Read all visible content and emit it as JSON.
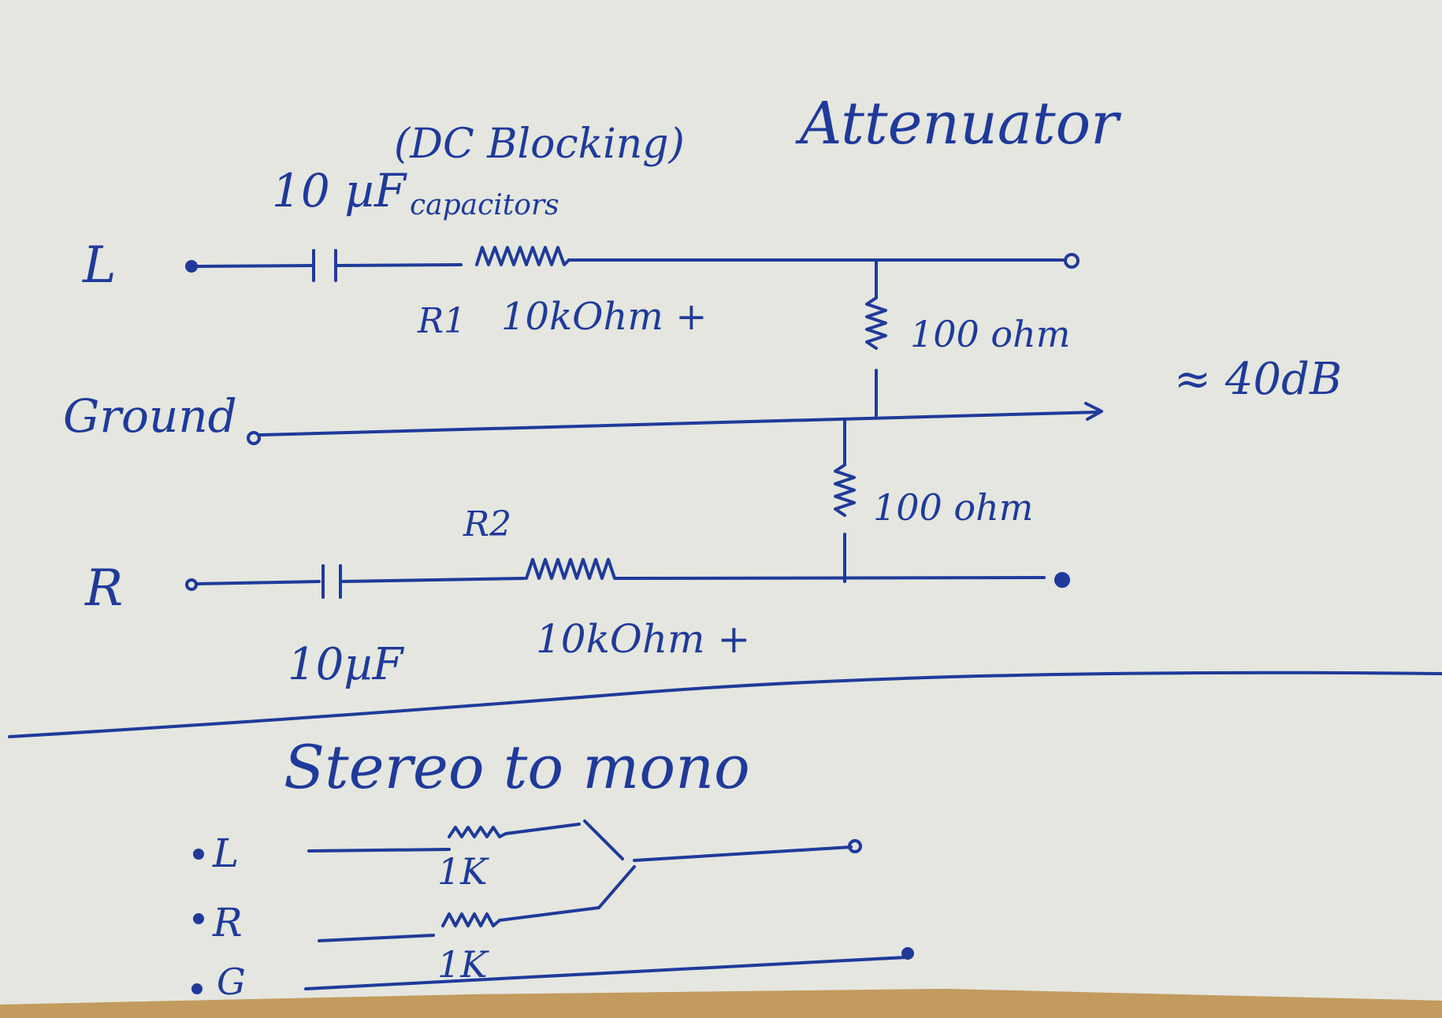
{
  "colors": {
    "ink": "#1f3a9a",
    "paper": "#e6e7e1",
    "table": "#c9a56a"
  },
  "attenuator": {
    "title": "Attenuator",
    "cap_note": "10 µF",
    "cap_note_paren": "(DC Blocking)",
    "cap_note_sub": "capacitors",
    "left_label": "L",
    "ground_label": "Ground",
    "right_label": "R",
    "r1_label": "R1",
    "r1_value": "10kOhm +",
    "shunt_top_value": "100 ohm",
    "shunt_bottom_value": "100 ohm",
    "attenuation": "≈ 40dB",
    "r2_label": "R2",
    "r2_value": "10kOhm +",
    "cap2_value": "10µF"
  },
  "mono": {
    "title": "Stereo to mono",
    "left_label": "L",
    "right_label": "R",
    "ground_label": "G",
    "r_left_value": "1K",
    "r_right_value": "1K"
  }
}
